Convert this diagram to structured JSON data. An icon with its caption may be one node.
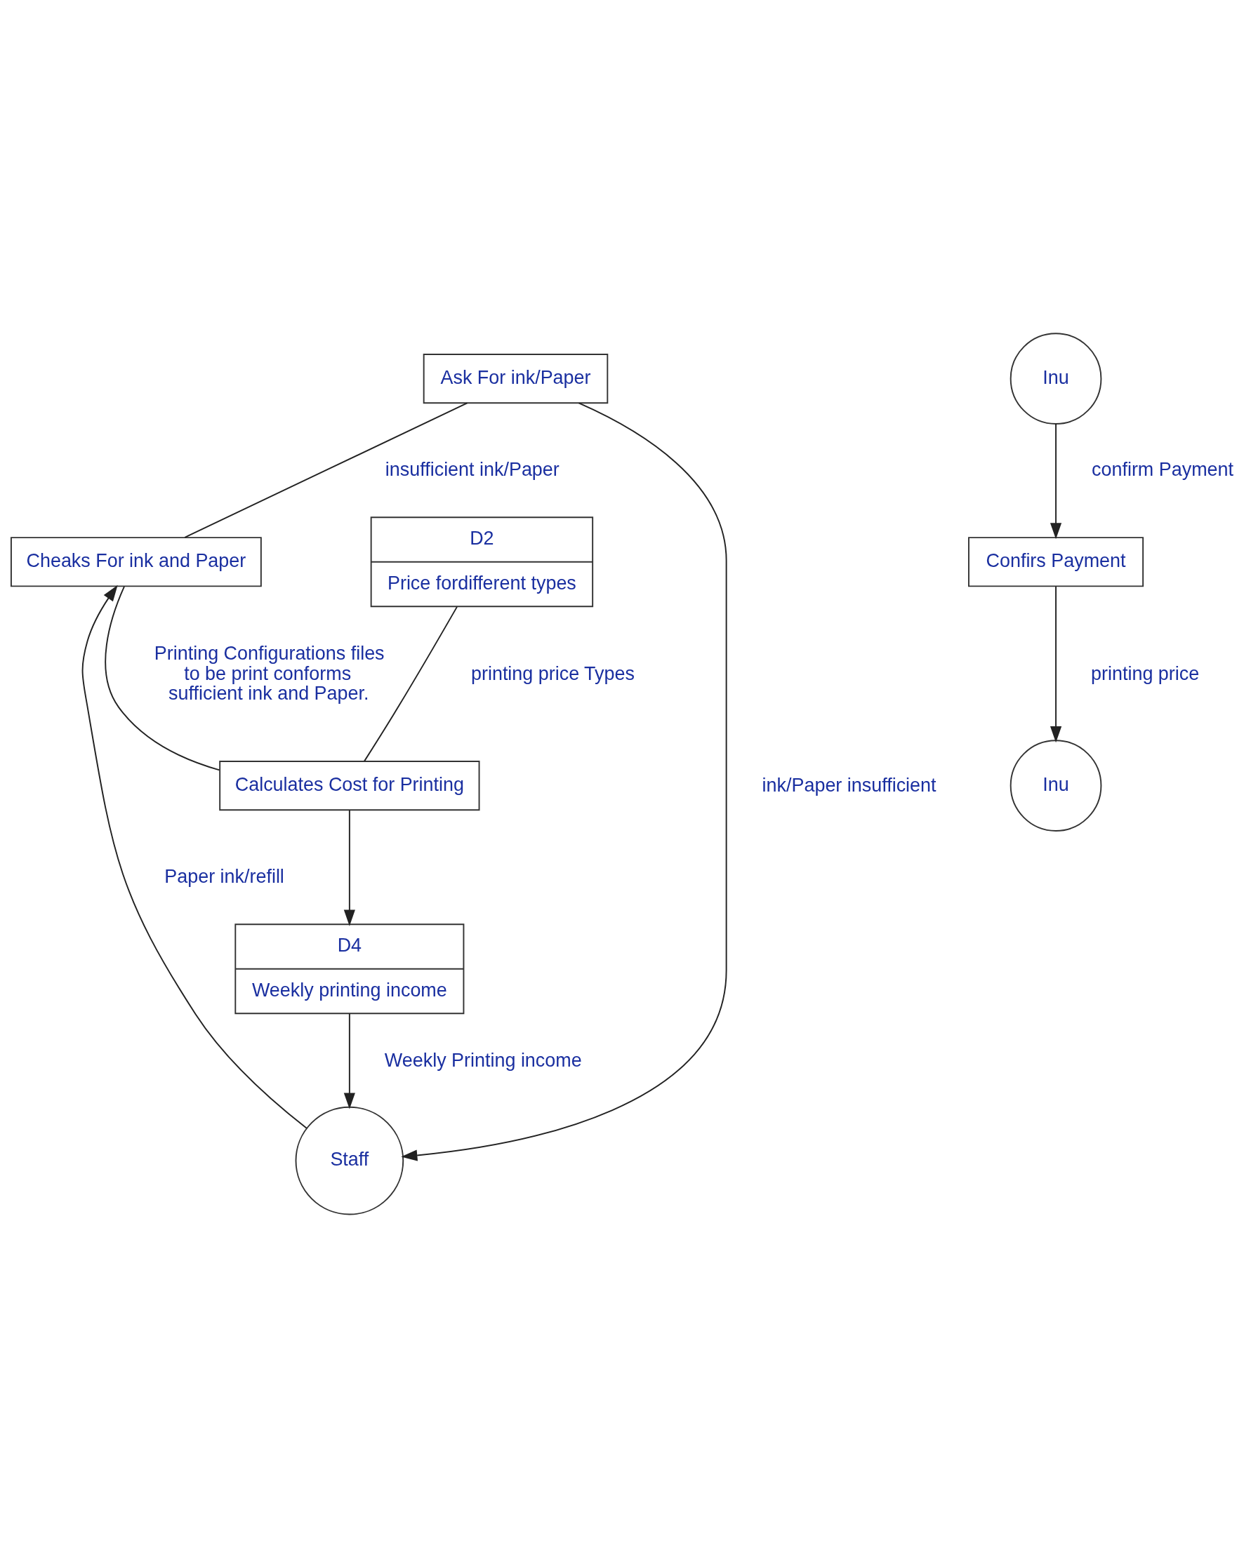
{
  "diagram": {
    "nodes": [
      {
        "text": [
          "Ask For ink/Paper"
        ]
      },
      {
        "text": [
          "Cheaks For ink and Paper"
        ]
      },
      {
        "text": [
          "Staff"
        ]
      },
      {
        "text": [
          "Calculates Cost for Printing"
        ]
      },
      {
        "text": [
          "D2",
          "Price fordifferent types"
        ]
      },
      {
        "text": [
          "Inu"
        ]
      },
      {
        "text": [
          "D4",
          "Weekly printing income"
        ]
      },
      {
        "text": [
          "Confirs Payment"
        ]
      },
      {
        "text": [
          "Inu"
        ]
      }
    ],
    "edges": [
      {
        "from": 0,
        "to": 1,
        "arrow": "none",
        "label": "insufficient ink/Paper"
      },
      {
        "from": 0,
        "to": 2,
        "arrow": "to",
        "label": "ink/Paper insufficient"
      },
      {
        "from": 2,
        "to": 1,
        "arrow": "to",
        "label": "Paper ink/refill"
      },
      {
        "from": 1,
        "to": 3,
        "arrow": "none",
        "label": "Printing Configurations files to be print conforms sufficient ink and Paper."
      },
      {
        "from": 4,
        "to": 3,
        "arrow": "none",
        "label": "printing price Types"
      },
      {
        "from": 3,
        "to": 6,
        "arrow": "to"
      },
      {
        "from": 6,
        "to": 2,
        "arrow": "to",
        "label": "Weekly Printing income"
      },
      {
        "from": 5,
        "to": 7,
        "arrow": "to",
        "label": "confirm Payment"
      },
      {
        "from": 7,
        "to": 8,
        "arrow": "to",
        "label": "printing price"
      }
    ]
  }
}
